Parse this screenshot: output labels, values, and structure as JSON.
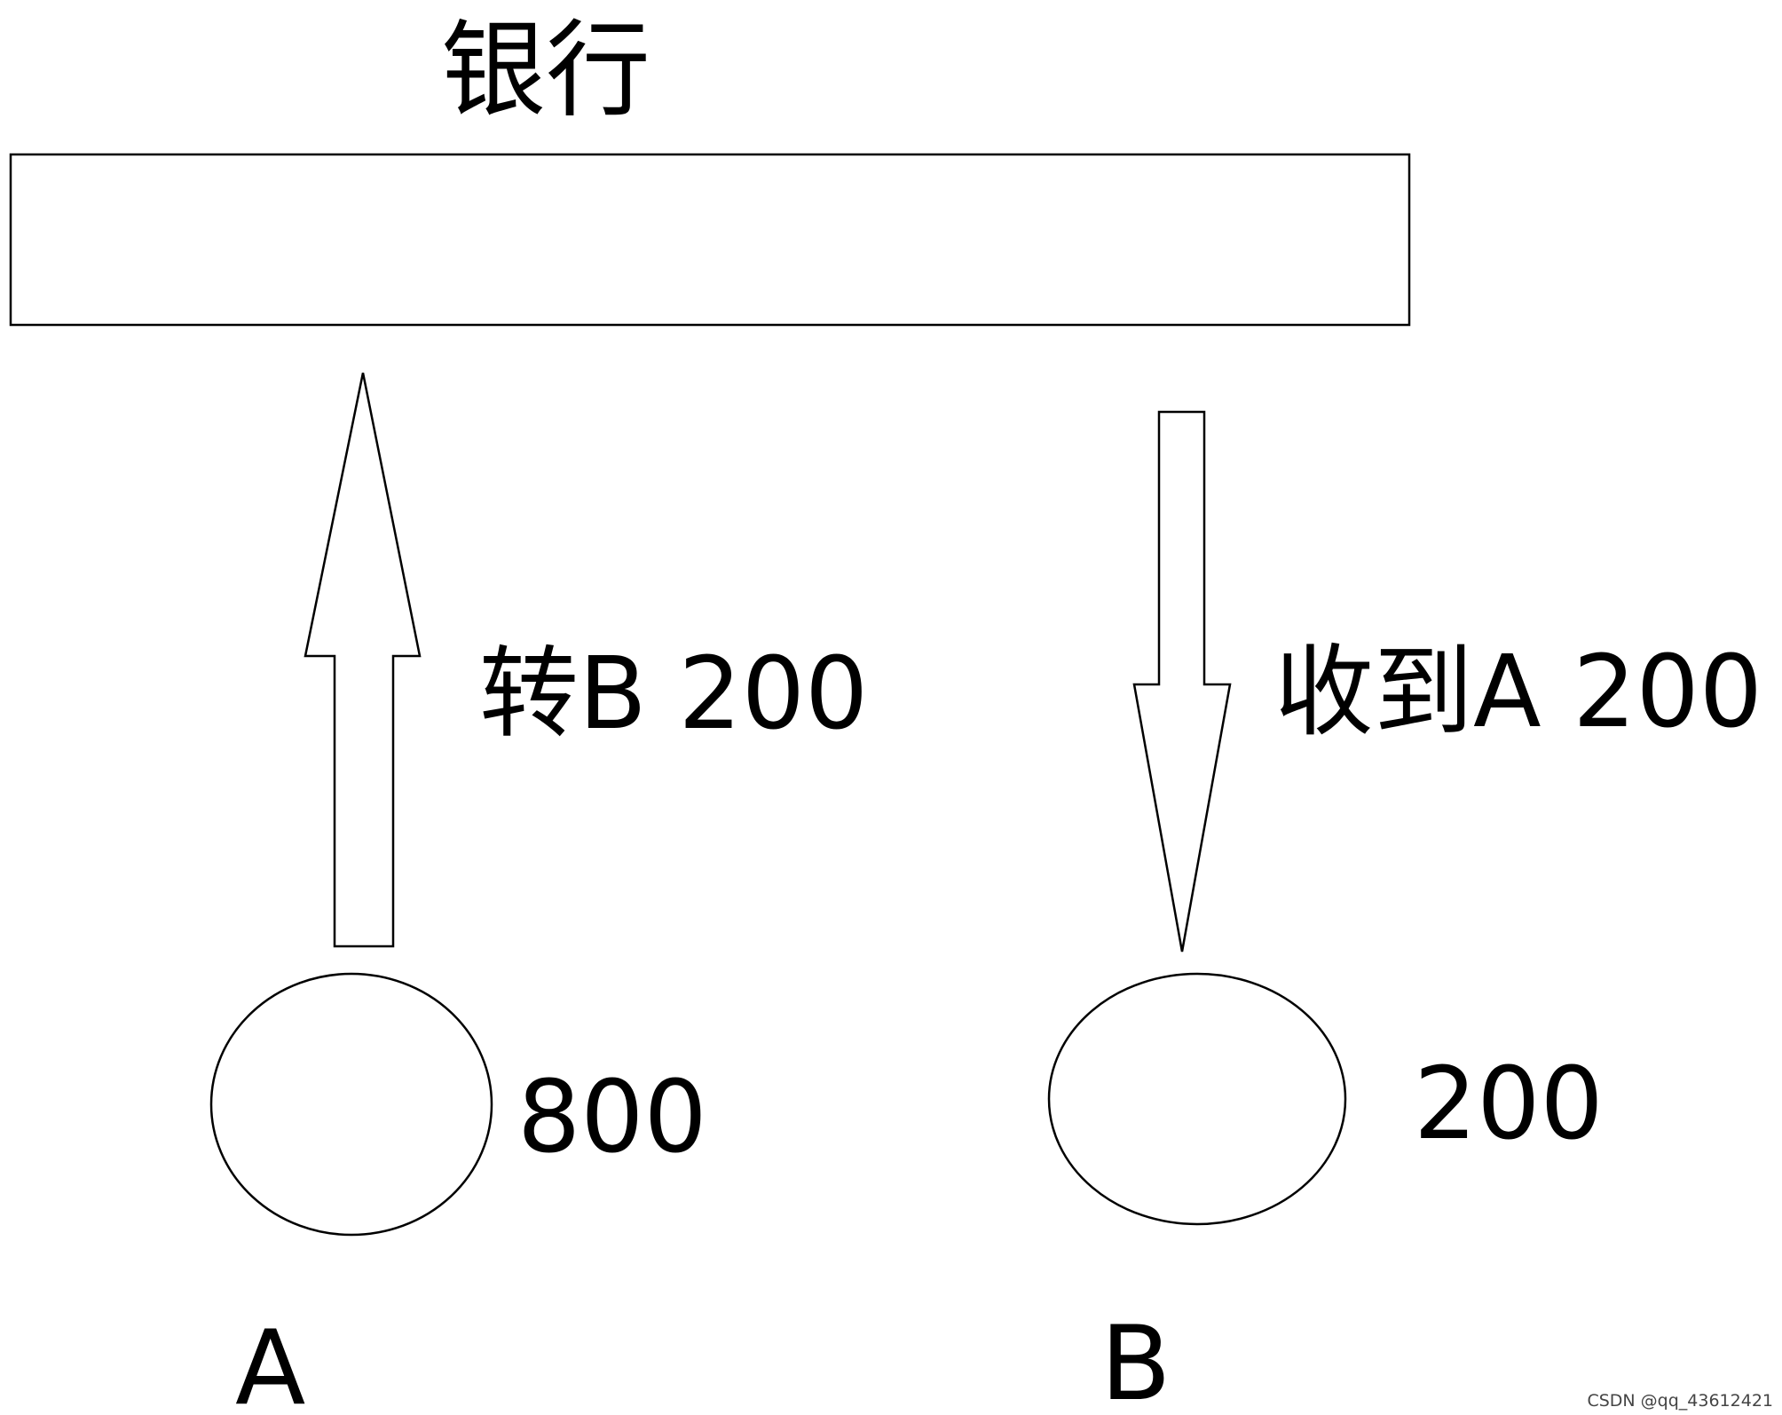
{
  "bank": {
    "label": "银行"
  },
  "flows": {
    "transfer_label": "转B 200",
    "receive_label": "收到A 200"
  },
  "accounts": {
    "a": {
      "name": "A",
      "balance": "800"
    },
    "b": {
      "name": "B",
      "balance": "200"
    }
  },
  "watermark": "CSDN @qq_43612421",
  "colors": {
    "stroke": "#000000",
    "background": "#ffffff"
  }
}
